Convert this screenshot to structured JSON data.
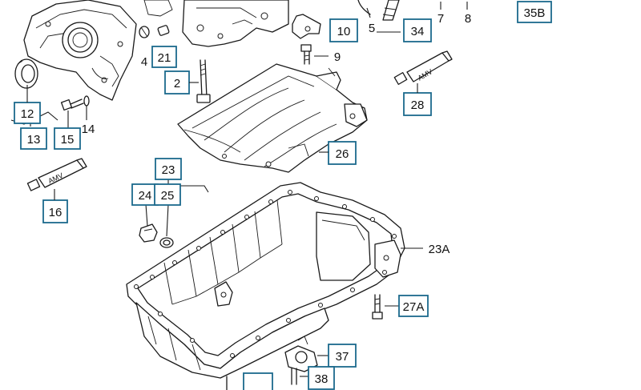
{
  "callouts": [
    {
      "id": "c10",
      "label": "10"
    },
    {
      "id": "c34",
      "label": "34"
    },
    {
      "id": "c35b",
      "label": "35B"
    },
    {
      "id": "c21",
      "label": "21"
    },
    {
      "id": "c2",
      "label": "2"
    },
    {
      "id": "c28",
      "label": "28"
    },
    {
      "id": "c12",
      "label": "12"
    },
    {
      "id": "c13",
      "label": "13"
    },
    {
      "id": "c15",
      "label": "15"
    },
    {
      "id": "c26",
      "label": "26"
    },
    {
      "id": "c23",
      "label": "23"
    },
    {
      "id": "c24",
      "label": "24"
    },
    {
      "id": "c25",
      "label": "25"
    },
    {
      "id": "c16",
      "label": "16"
    },
    {
      "id": "c27a",
      "label": "27A"
    },
    {
      "id": "c37",
      "label": "37"
    },
    {
      "id": "c38",
      "label": "38"
    }
  ],
  "plain_labels": [
    {
      "id": "p4",
      "label": "4"
    },
    {
      "id": "p5",
      "label": "5"
    },
    {
      "id": "p7",
      "label": "7"
    },
    {
      "id": "p8",
      "label": "8"
    },
    {
      "id": "p9",
      "label": "9"
    },
    {
      "id": "p14",
      "label": "14"
    },
    {
      "id": "p23a",
      "label": "23A"
    }
  ],
  "sealant_tubes": [
    {
      "id": "tube-28",
      "label": "AMV"
    },
    {
      "id": "tube-16",
      "label": "AMV"
    }
  ]
}
